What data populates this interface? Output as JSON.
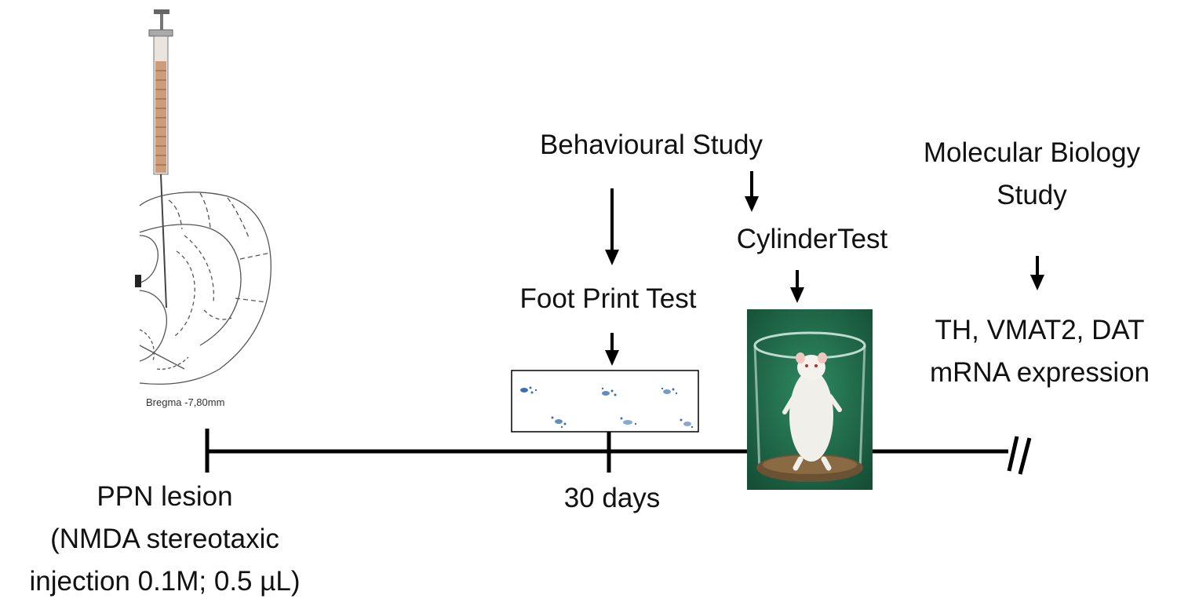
{
  "labels": {
    "ppn_lesion": [
      "PPN lesion",
      "(NMDA stereotaxic",
      "injection 0.1M; 0.5 µL)"
    ],
    "bregma": "Bregma -7,80mm",
    "days30": "30 days",
    "behavioural": "Behavioural Study",
    "footprint": "Foot Print Test",
    "cylinder": "CylinderTest",
    "molecular": [
      "Molecular Biology",
      "Study"
    ],
    "expression": [
      "TH, VMAT2, DAT",
      "mRNA expression"
    ]
  },
  "colors": {
    "line": "#000000",
    "text": "#111111",
    "photo_bg": "#1e6b4a",
    "footprint_ink": "#3a6fb0"
  }
}
